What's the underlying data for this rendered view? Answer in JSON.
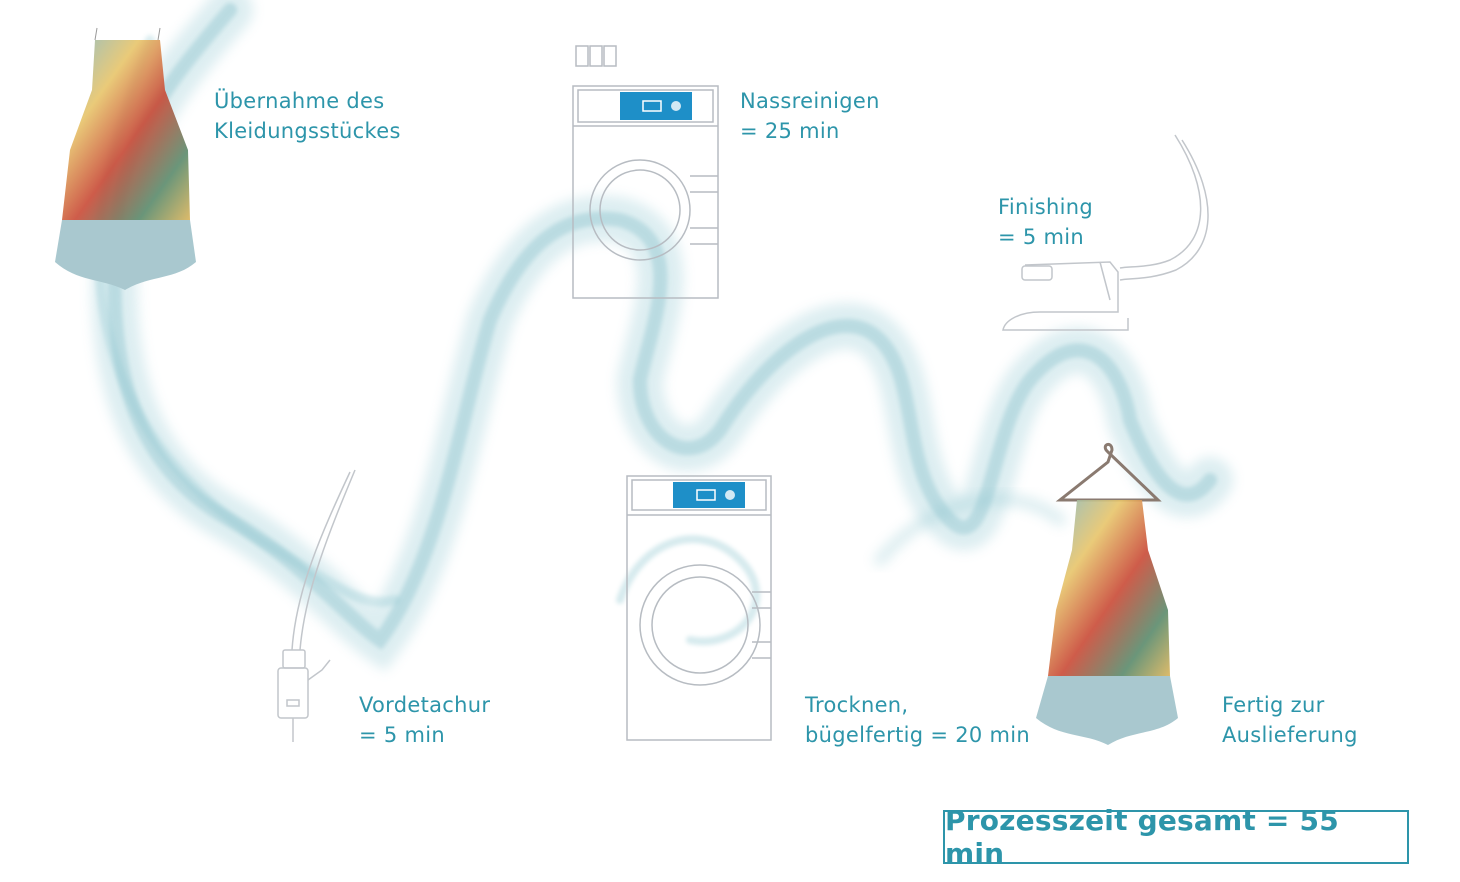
{
  "steps": [
    {
      "id": "uebernahme",
      "line1": "Übernahme des",
      "line2": "Kleidungsstückes"
    },
    {
      "id": "vordetachur",
      "line1": "Vordetachur",
      "line2": "= 5 min"
    },
    {
      "id": "nassreinigen",
      "line1": "Nassreinigen",
      "line2": "= 25 min"
    },
    {
      "id": "trocknen",
      "line1": "Trocknen,",
      "line2": "bügelfertig = 20 min"
    },
    {
      "id": "finishing",
      "line1": "Finishing",
      "line2": "= 5 min"
    },
    {
      "id": "fertig",
      "line1": "Fertig zur",
      "line2": "Auslieferung"
    }
  ],
  "total": "Prozesszeit gesamt = 55 min",
  "colors": {
    "accent": "#2d95aa",
    "water": "#8cc5cf",
    "machine_outline": "#b7bcc2",
    "panel_blue": "#1e8fc8",
    "dress_skirt": "#a9c8cf"
  },
  "icons": [
    "dress-icon",
    "spotting-gun-icon",
    "washing-machine-icon",
    "dryer-icon",
    "iron-icon",
    "hanger-dress-icon"
  ]
}
